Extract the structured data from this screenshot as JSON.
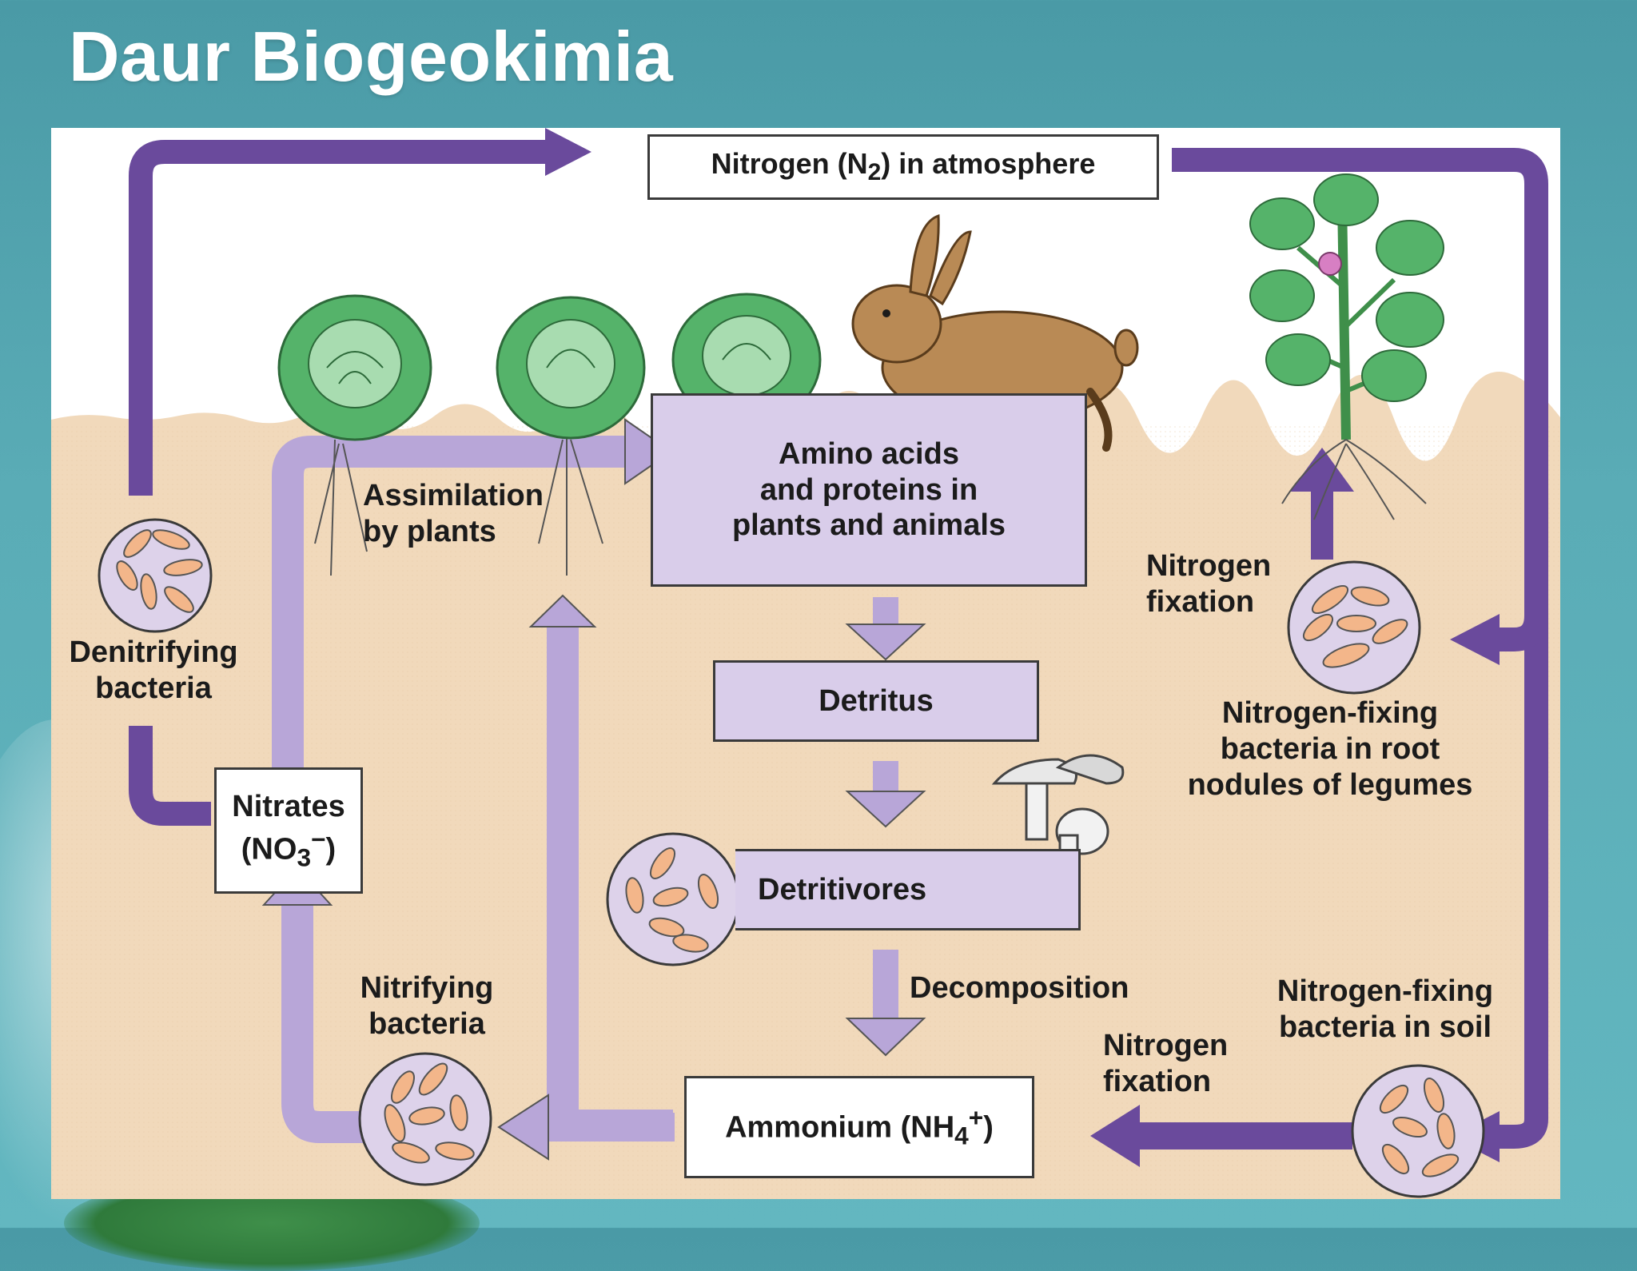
{
  "slide": {
    "title": "Daur Biogeokimia"
  },
  "diagram": {
    "nodes": {
      "atmosphere": {
        "label_pre": "Nitrogen (N",
        "label_sub": "2",
        "label_post": ") in atmosphere"
      },
      "amino_acids": {
        "line1": "Amino acids",
        "line2": "and proteins in",
        "line3": "plants and animals"
      },
      "detritus": {
        "label": "Detritus"
      },
      "detritivores": {
        "label": "Detritivores"
      },
      "nitrates": {
        "line1": "Nitrates",
        "label_pre": "(NO",
        "label_sub": "3",
        "label_sup": "−",
        "label_post": ")"
      },
      "ammonium": {
        "label_pre": "Ammonium (NH",
        "label_sub": "4",
        "label_sup": "+",
        "label_post": ")"
      }
    },
    "labels": {
      "assimilation": {
        "line1": "Assimilation",
        "line2": "by plants"
      },
      "denitrifying": {
        "line1": "Denitrifying",
        "line2": "bacteria"
      },
      "nitrifying": {
        "line1": "Nitrifying",
        "line2": "bacteria"
      },
      "decomposition": "Decomposition",
      "nitrogen_fixation_top": {
        "line1": "Nitrogen",
        "line2": "fixation"
      },
      "nitrogen_fixation_bottom": {
        "line1": "Nitrogen",
        "line2": "fixation"
      },
      "root_nodules": {
        "line1": "Nitrogen-fixing",
        "line2": "bacteria in root",
        "line3": "nodules of legumes"
      },
      "soil_bacteria": {
        "line1": "Nitrogen-fixing",
        "line2": "bacteria in soil"
      }
    },
    "colors": {
      "soil": "#f1d9bb",
      "dark_arrow": "#6a4a9c",
      "light_arrow": "#b8a6d8",
      "box_fill": "#d9cdea",
      "leaf": "#55b36a",
      "rabbit": "#b98a55"
    }
  }
}
